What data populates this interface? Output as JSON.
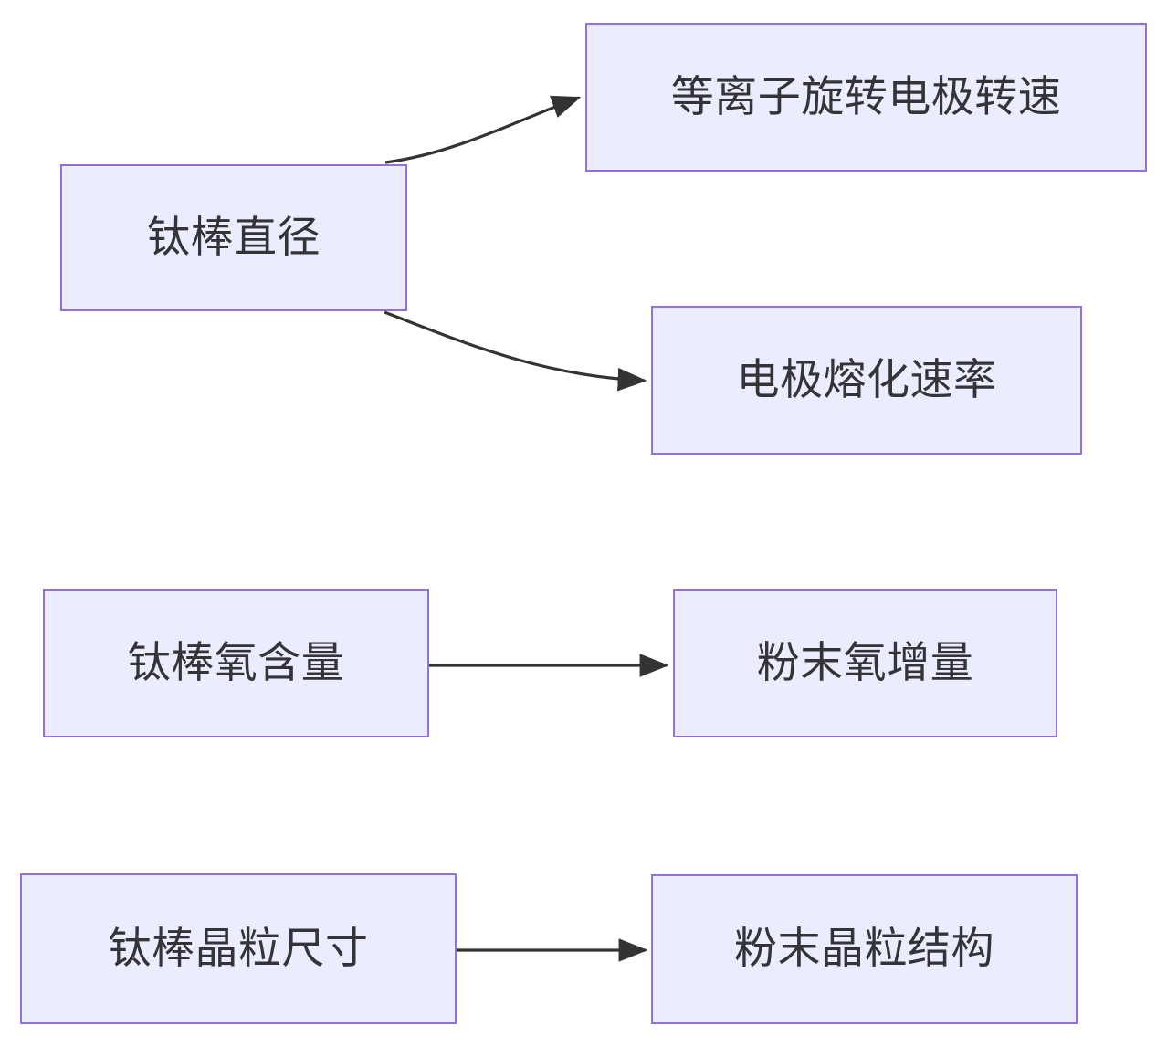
{
  "diagram": {
    "type": "flowchart",
    "direction": "left-to-right",
    "background_color": "#FFFFFF",
    "node_fill_color": "#ECECFF",
    "node_border_color": "#9370DB",
    "node_text_color": "#333338",
    "edge_color": "#333333",
    "nodes": [
      {
        "id": "ti-rod-diameter",
        "label": "钛棒直径"
      },
      {
        "id": "plasma-speed",
        "label": "等离子旋转电极转速"
      },
      {
        "id": "electrode-melt-rate",
        "label": "电极熔化速率"
      },
      {
        "id": "ti-rod-oxygen",
        "label": "钛棒氧含量"
      },
      {
        "id": "powder-oxygen-gain",
        "label": "粉末氧增量"
      },
      {
        "id": "ti-rod-grain-size",
        "label": "钛棒晶粒尺寸"
      },
      {
        "id": "powder-grain-struct",
        "label": "粉末晶粒结构"
      }
    ],
    "edges": [
      {
        "id": "edge-1",
        "from": "ti-rod-diameter",
        "to": "plasma-speed",
        "style": "curved",
        "arrow": "end",
        "label": ""
      },
      {
        "id": "edge-2",
        "from": "ti-rod-diameter",
        "to": "electrode-melt-rate",
        "style": "curved",
        "arrow": "end",
        "label": ""
      },
      {
        "id": "edge-3",
        "from": "ti-rod-oxygen",
        "to": "powder-oxygen-gain",
        "style": "straight",
        "arrow": "end",
        "label": ""
      },
      {
        "id": "edge-4",
        "from": "ti-rod-grain-size",
        "to": "powder-grain-struct",
        "style": "straight",
        "arrow": "end",
        "label": ""
      }
    ]
  }
}
